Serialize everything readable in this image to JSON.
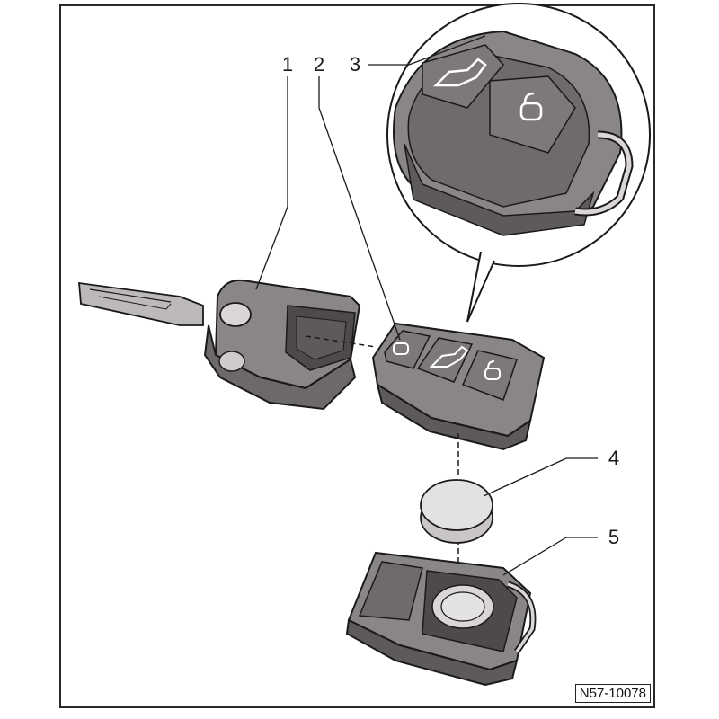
{
  "callouts": {
    "c1": "1",
    "c2": "2",
    "c3": "3",
    "c4": "4",
    "c5": "5"
  },
  "reference_code": "N57-10078",
  "colors": {
    "housing": "#8a8686",
    "housing_dark": "#5e5a5a",
    "housing_light": "#bdb9b8",
    "line": "#1a1a1a",
    "battery": "#e4e2e1"
  },
  "icons": [
    "trunk-icon",
    "unlock-icon",
    "lock-icon"
  ]
}
